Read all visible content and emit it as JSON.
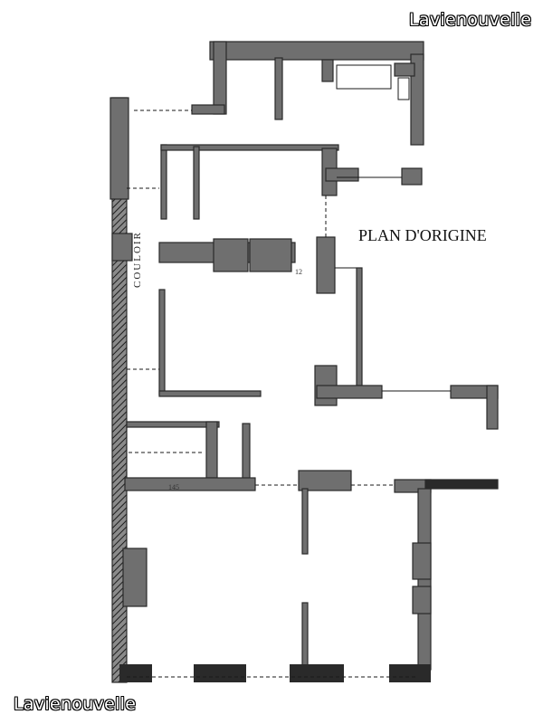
{
  "watermarks": {
    "top": "Lavienouvelle",
    "bottom": "Lavienouvelle"
  },
  "plan": {
    "title": "PLAN D'ORIGINE",
    "corridor_label": "COULOIR",
    "dimension_145": "145",
    "dimension_12": "12"
  },
  "colors": {
    "wall": "#6f6f6f",
    "wall_edge": "#2a2a2a",
    "ink": "#1a1a1a",
    "paper": "#ffffff"
  }
}
